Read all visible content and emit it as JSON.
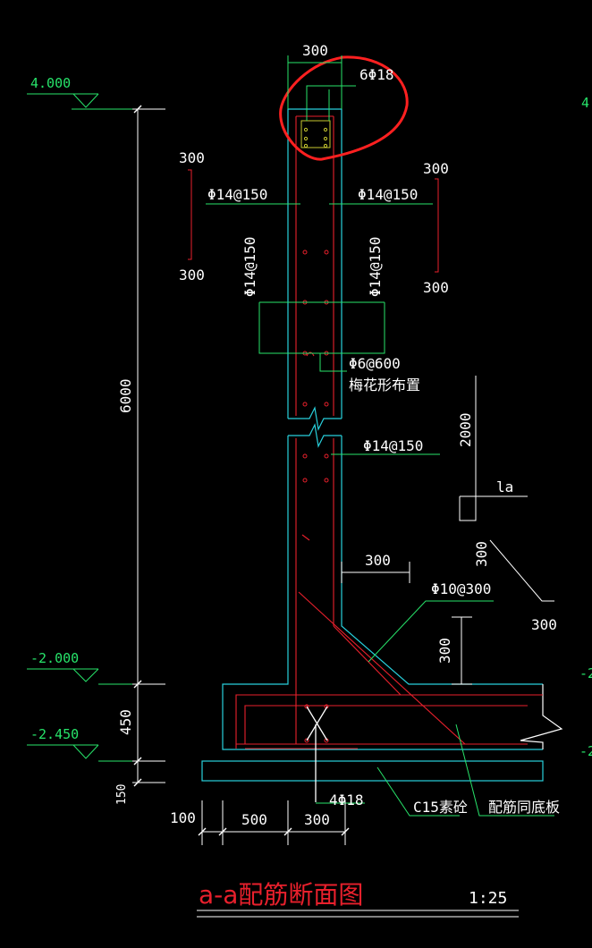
{
  "levels": {
    "top": "4.000",
    "mid": "-2.000",
    "low": "-2.450",
    "right_top_partial": "4",
    "right_mid_partial": "-2",
    "right_low_partial": "-2"
  },
  "dims": {
    "wall_top_width": "300",
    "left_bracket_top": "300",
    "left_bracket_bottom": "300",
    "right_bracket_top": "300",
    "right_bracket_bottom": "300",
    "overall_height": "6000",
    "footing_thickness": "450",
    "blinding_thickness": "150",
    "haunch_width": "300",
    "haunch_height": "300",
    "bottom_100": "100",
    "bottom_500": "500",
    "bottom_300": "300",
    "la_height": "2000",
    "la_label": "la",
    "la_slope_300": "300",
    "la_right_300": "300"
  },
  "rebar": {
    "top_bars": "6Φ18",
    "left_horizontal": "Φ14@150",
    "right_horizontal": "Φ14@150",
    "left_vertical": "Φ14@150",
    "right_vertical": "Φ14@150",
    "tie_bars": "Φ6@600",
    "tie_layout": "梅花形布置",
    "lower_horizontal": "Φ14@150",
    "haunch_bars": "Φ10@300",
    "bottom_bars": "4Φ18",
    "blinding_concrete": "C15素砼",
    "slab_bars": "配筋同底板"
  },
  "title": {
    "main": "a-a配筋断面图",
    "scale": "1:25"
  },
  "colors": {
    "background": "#000000",
    "concrete_outline": "#28d0dc",
    "rebar": "#e8202c",
    "leader": "#27e36a",
    "text": "#ffffff",
    "highlight": "#ff2020"
  }
}
